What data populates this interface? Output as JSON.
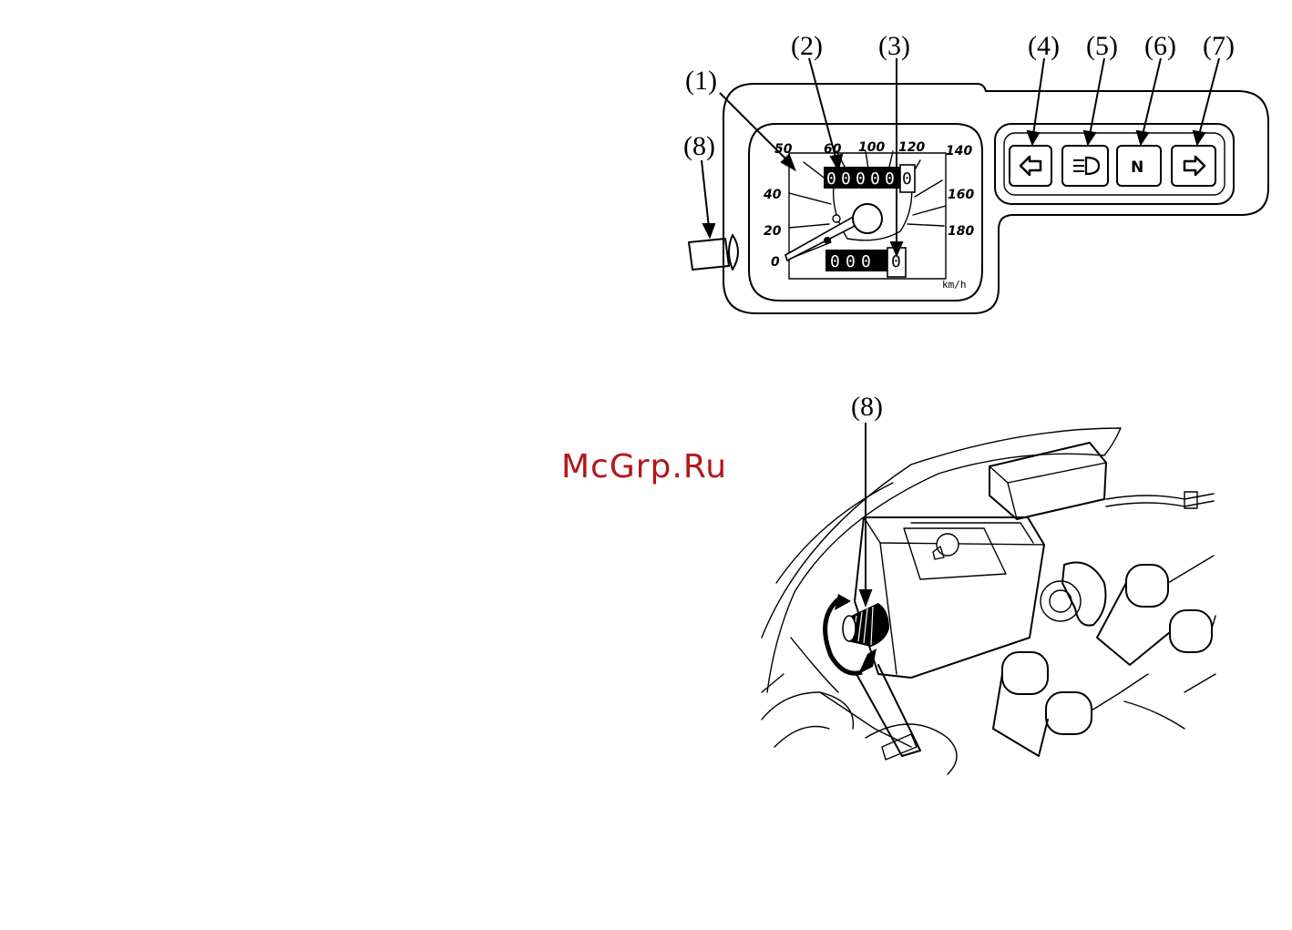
{
  "callouts": {
    "c1": "(1)",
    "c2": "(2)",
    "c3": "(3)",
    "c4": "(4)",
    "c5": "(5)",
    "c6": "(6)",
    "c7": "(7)",
    "c8_top": "(8)",
    "c8_bottom": "(8)"
  },
  "speedometer": {
    "scale_left": [
      "0",
      "20",
      "40",
      "50",
      "60"
    ],
    "scale_right": [
      "100",
      "120",
      "140",
      "160",
      "180"
    ],
    "unit": "km/h",
    "odometer_digits": [
      "0",
      "0",
      "0",
      "0",
      "0",
      "0"
    ],
    "trip_digits": [
      "0",
      "0",
      "0",
      "0"
    ]
  },
  "indicators": {
    "left_turn_icon": "arrow-left-icon",
    "high_beam_icon": "high-beam-icon",
    "neutral_label": "N",
    "right_turn_icon": "arrow-right-icon"
  },
  "watermark": "McGrp.Ru"
}
